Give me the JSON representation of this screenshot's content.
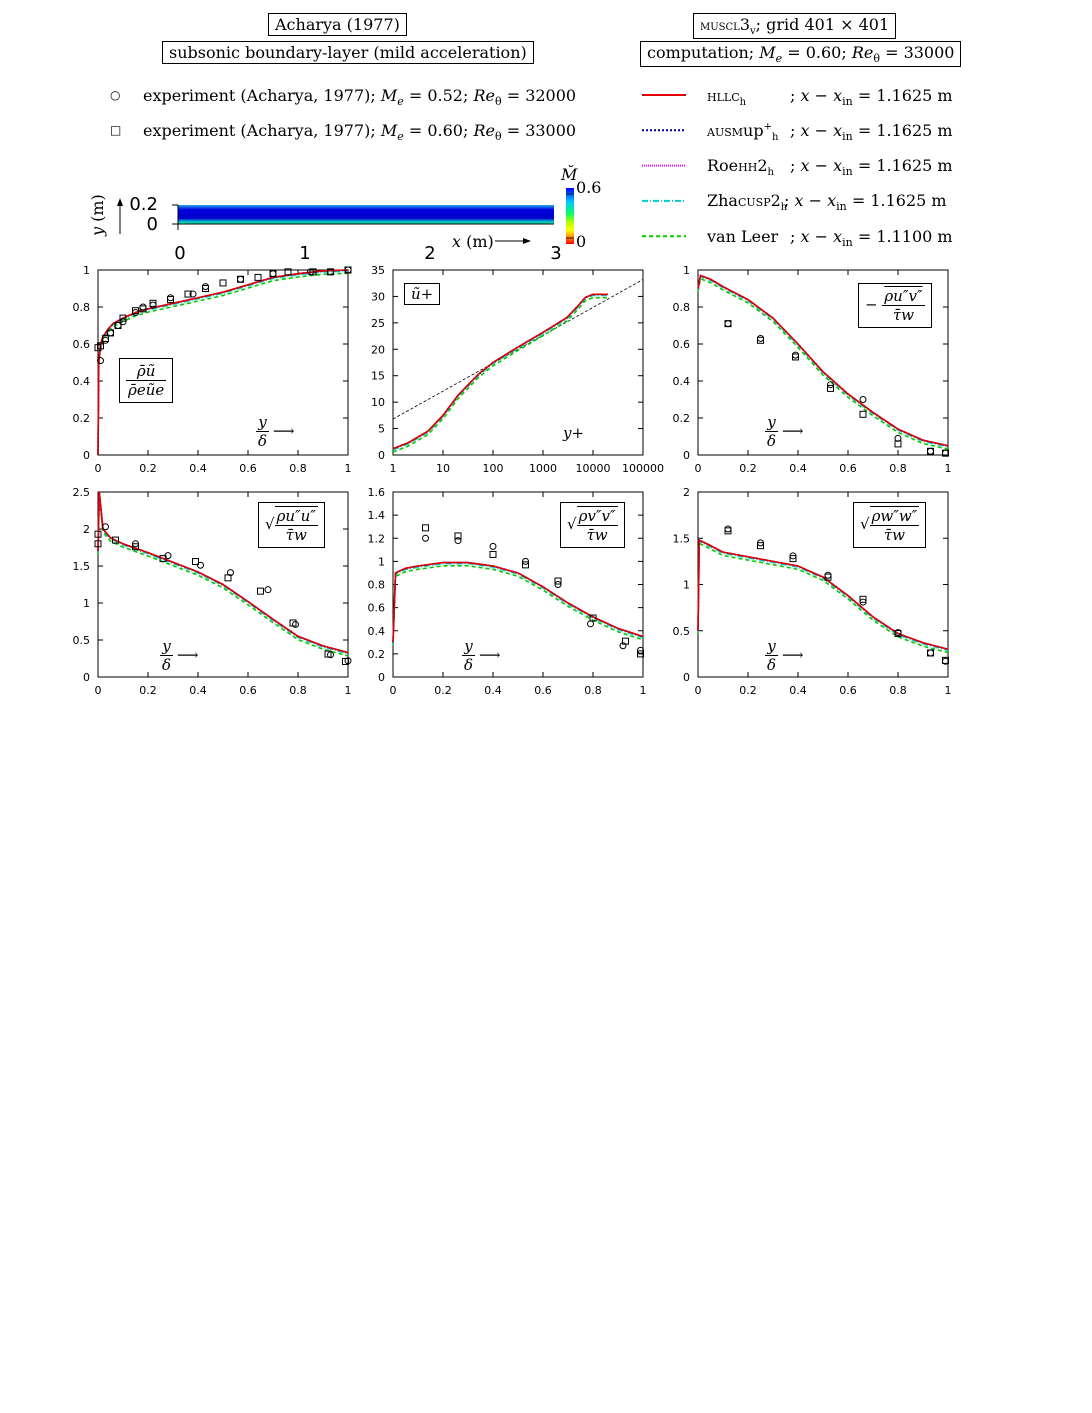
{
  "header": {
    "left_title": "Acharya (1977)",
    "left_sub": "subsonic boundary-layer (mild acceleration)",
    "right_title": "MUSCL3v; grid 401 × 401",
    "right_sub": "computation; Me = 0.60; Reθ = 33000"
  },
  "legend_exp": [
    {
      "symbol": "circle",
      "label": "experiment (Acharya, 1977); Me = 0.52; Reθ = 32000"
    },
    {
      "symbol": "square",
      "label": "experiment (Acharya, 1977); Me = 0.60; Reθ = 33000"
    }
  ],
  "legend_comp": [
    {
      "name": "HLLCh",
      "loc": "; x − xin = 1.1625 m",
      "color": "#e00000",
      "dash": ""
    },
    {
      "name": "AUSMup+h",
      "loc": "; x − xin = 1.1625 m",
      "color": "#00008b",
      "dash": "2,2"
    },
    {
      "name": "RoeHH2h",
      "loc": "; x − xin = 1.1625 m",
      "color": "#ff00ff",
      "dash": "1,1"
    },
    {
      "name": "ZhaCUSP2h",
      "loc": "; x − xin = 1.1625 m",
      "color": "#00cccc",
      "dash": "6,2,1,2"
    },
    {
      "name": "van Leer",
      "loc": "; x − xin = 1.1100 m",
      "color": "#00cc00",
      "dash": "4,3"
    }
  ],
  "domain_plot": {
    "ylabel": "y (m)",
    "xlabel": "x (m)",
    "yticks": [
      "0.2",
      "0"
    ],
    "xticks": [
      "0",
      "1",
      "2",
      "3"
    ],
    "colorbar_label": "M̆",
    "colorbar_max": "0.6",
    "colorbar_min": "0"
  },
  "panel_labels": {
    "p1_num": "ρ̄ũ",
    "p1_den": "ρ̄eũe",
    "p2": "ũ+",
    "p2_x": "y+",
    "p3_num": "ρu″v″",
    "p3_den": "τ̄w",
    "p3_sign": "−",
    "p4_num": "ρu″u″",
    "p4_den": "τ̄w",
    "p5_num": "ρv″v″",
    "p5_den": "τ̄w",
    "p6_num": "ρw″w″",
    "p6_den": "τ̄w",
    "yd_num": "y",
    "yd_den": "δ"
  },
  "chart_data": [
    {
      "type": "line",
      "id": "p1",
      "xlim": [
        0,
        1
      ],
      "ylim": [
        0,
        1
      ],
      "xticks": [
        "0",
        "0.2",
        "0.4",
        "0.6",
        "0.8",
        "1"
      ],
      "yticks": [
        "0",
        "0.2",
        "0.4",
        "0.6",
        "0.8",
        "1"
      ],
      "x": [
        0,
        0.003,
        0.01,
        0.02,
        0.04,
        0.06,
        0.1,
        0.15,
        0.2,
        0.3,
        0.4,
        0.5,
        0.6,
        0.7,
        0.8,
        0.9,
        1.0
      ],
      "y": [
        0,
        0.5,
        0.6,
        0.64,
        0.68,
        0.71,
        0.74,
        0.77,
        0.79,
        0.82,
        0.85,
        0.88,
        0.92,
        0.96,
        0.98,
        0.995,
        1.0
      ],
      "exp_circle": {
        "x": [
          0.01,
          0.03,
          0.05,
          0.08,
          0.1,
          0.15,
          0.18,
          0.22,
          0.29,
          0.38,
          0.43,
          0.57,
          0.7,
          0.85,
          0.93,
          1.0
        ],
        "y": [
          0.51,
          0.62,
          0.66,
          0.7,
          0.72,
          0.77,
          0.8,
          0.81,
          0.85,
          0.87,
          0.91,
          0.95,
          0.98,
          0.99,
          0.99,
          1.0
        ]
      },
      "exp_square": {
        "x": [
          0.0,
          0.01,
          0.03,
          0.05,
          0.08,
          0.1,
          0.15,
          0.18,
          0.22,
          0.29,
          0.36,
          0.43,
          0.5,
          0.57,
          0.64,
          0.7,
          0.76,
          0.86,
          0.93,
          1.0
        ],
        "y": [
          0.58,
          0.59,
          0.63,
          0.66,
          0.7,
          0.74,
          0.78,
          0.79,
          0.82,
          0.84,
          0.87,
          0.9,
          0.93,
          0.95,
          0.96,
          0.98,
          0.99,
          0.99,
          0.99,
          1.0
        ]
      }
    },
    {
      "type": "line",
      "id": "p2",
      "xscale": "log",
      "xlim": [
        1,
        100000
      ],
      "ylim": [
        0,
        35
      ],
      "xticks": [
        "1",
        "10",
        "100",
        "1000",
        "10000",
        "100000"
      ],
      "yticks": [
        "0",
        "5",
        "10",
        "15",
        "20",
        "25",
        "30",
        "35"
      ],
      "x": [
        1,
        2,
        5,
        10,
        20,
        50,
        100,
        300,
        1000,
        3000,
        5000,
        7000,
        10000,
        20000
      ],
      "y": [
        1.2,
        2.3,
        4.5,
        7.5,
        11.3,
        15.2,
        17.5,
        20.3,
        23.2,
        26.0,
        28.2,
        29.8,
        30.4,
        30.4
      ],
      "loglaw": {
        "x": [
          1,
          100000
        ],
        "y": [
          6.8,
          33.2
        ]
      }
    },
    {
      "type": "line",
      "id": "p3",
      "xlim": [
        0,
        1
      ],
      "ylim": [
        0,
        1
      ],
      "xticks": [
        "0",
        "0.2",
        "0.4",
        "0.6",
        "0.8",
        "1"
      ],
      "yticks": [
        "0",
        "0.2",
        "0.4",
        "0.6",
        "0.8",
        "1"
      ],
      "x": [
        0,
        0.01,
        0.05,
        0.1,
        0.2,
        0.3,
        0.4,
        0.5,
        0.55,
        0.6,
        0.7,
        0.8,
        0.9,
        1.0
      ],
      "y": [
        0.9,
        0.97,
        0.95,
        0.91,
        0.84,
        0.74,
        0.6,
        0.45,
        0.39,
        0.33,
        0.23,
        0.14,
        0.08,
        0.05
      ],
      "exp_circle": {
        "x": [
          0.12,
          0.25,
          0.39,
          0.53,
          0.66,
          0.8,
          0.93,
          0.99
        ],
        "y": [
          0.71,
          0.63,
          0.54,
          0.38,
          0.3,
          0.09,
          0.02,
          0.01
        ]
      },
      "exp_square": {
        "x": [
          0.12,
          0.25,
          0.39,
          0.53,
          0.66,
          0.8,
          0.93,
          0.99
        ],
        "y": [
          0.71,
          0.62,
          0.53,
          0.36,
          0.22,
          0.06,
          0.02,
          0.01
        ]
      }
    },
    {
      "type": "line",
      "id": "p4",
      "xlim": [
        0,
        1
      ],
      "ylim": [
        0,
        2.5
      ],
      "xticks": [
        "0",
        "0.2",
        "0.4",
        "0.6",
        "0.8",
        "1"
      ],
      "yticks": [
        "0",
        "0.5",
        "1",
        "1.5",
        "2",
        "2.5"
      ],
      "x": [
        0,
        0.005,
        0.02,
        0.05,
        0.1,
        0.2,
        0.3,
        0.4,
        0.5,
        0.6,
        0.7,
        0.8,
        0.9,
        1.0
      ],
      "y": [
        1.7,
        2.5,
        2.0,
        1.88,
        1.8,
        1.68,
        1.55,
        1.42,
        1.25,
        1.02,
        0.78,
        0.55,
        0.42,
        0.33
      ],
      "exp_circle": {
        "x": [
          0.03,
          0.15,
          0.28,
          0.41,
          0.53,
          0.68,
          0.79,
          0.93,
          1.0
        ],
        "y": [
          2.03,
          1.8,
          1.64,
          1.51,
          1.41,
          1.18,
          0.71,
          0.3,
          0.22
        ]
      },
      "exp_square": {
        "x": [
          0.0,
          0.0,
          0.07,
          0.15,
          0.26,
          0.39,
          0.52,
          0.65,
          0.78,
          0.92,
          0.99
        ],
        "y": [
          1.8,
          1.93,
          1.85,
          1.76,
          1.6,
          1.56,
          1.34,
          1.16,
          0.73,
          0.31,
          0.21
        ]
      }
    },
    {
      "type": "line",
      "id": "p5",
      "xlim": [
        0,
        1
      ],
      "ylim": [
        0,
        1.6
      ],
      "xticks": [
        "0",
        "0.2",
        "0.4",
        "0.6",
        "0.8",
        "1"
      ],
      "yticks": [
        "0",
        "0.2",
        "0.4",
        "0.6",
        "0.8",
        "1",
        "1.2",
        "1.4",
        "1.6"
      ],
      "x": [
        0,
        0.01,
        0.05,
        0.1,
        0.2,
        0.3,
        0.4,
        0.5,
        0.6,
        0.7,
        0.8,
        0.9,
        1.0
      ],
      "y": [
        0.3,
        0.9,
        0.94,
        0.96,
        0.99,
        0.99,
        0.96,
        0.9,
        0.78,
        0.64,
        0.52,
        0.42,
        0.35
      ],
      "exp_circle": {
        "x": [
          0.13,
          0.26,
          0.4,
          0.53,
          0.66,
          0.79,
          0.92,
          0.99
        ],
        "y": [
          1.2,
          1.18,
          1.13,
          1.0,
          0.8,
          0.46,
          0.27,
          0.23
        ]
      },
      "exp_square": {
        "x": [
          0.13,
          0.26,
          0.4,
          0.53,
          0.66,
          0.8,
          0.93,
          0.99
        ],
        "y": [
          1.29,
          1.22,
          1.06,
          0.97,
          0.83,
          0.51,
          0.31,
          0.2
        ]
      }
    },
    {
      "type": "line",
      "id": "p6",
      "xlim": [
        0,
        1
      ],
      "ylim": [
        0,
        2
      ],
      "xticks": [
        "0",
        "0.2",
        "0.4",
        "0.6",
        "0.8",
        "1"
      ],
      "yticks": [
        "0",
        "0.5",
        "1",
        "1.5",
        "2"
      ],
      "x": [
        0,
        0.005,
        0.05,
        0.1,
        0.2,
        0.3,
        0.4,
        0.5,
        0.6,
        0.7,
        0.8,
        0.9,
        1.0
      ],
      "y": [
        0.5,
        1.48,
        1.42,
        1.35,
        1.3,
        1.25,
        1.2,
        1.08,
        0.88,
        0.65,
        0.47,
        0.37,
        0.3
      ],
      "exp_circle": {
        "x": [
          0.12,
          0.25,
          0.38,
          0.52,
          0.66,
          0.8,
          0.93,
          0.99
        ],
        "y": [
          1.6,
          1.45,
          1.31,
          1.1,
          0.81,
          0.48,
          0.26,
          0.17
        ]
      },
      "exp_square": {
        "x": [
          0.12,
          0.25,
          0.38,
          0.52,
          0.66,
          0.8,
          0.93,
          0.99
        ],
        "y": [
          1.58,
          1.42,
          1.28,
          1.08,
          0.84,
          0.47,
          0.26,
          0.18
        ]
      }
    }
  ]
}
